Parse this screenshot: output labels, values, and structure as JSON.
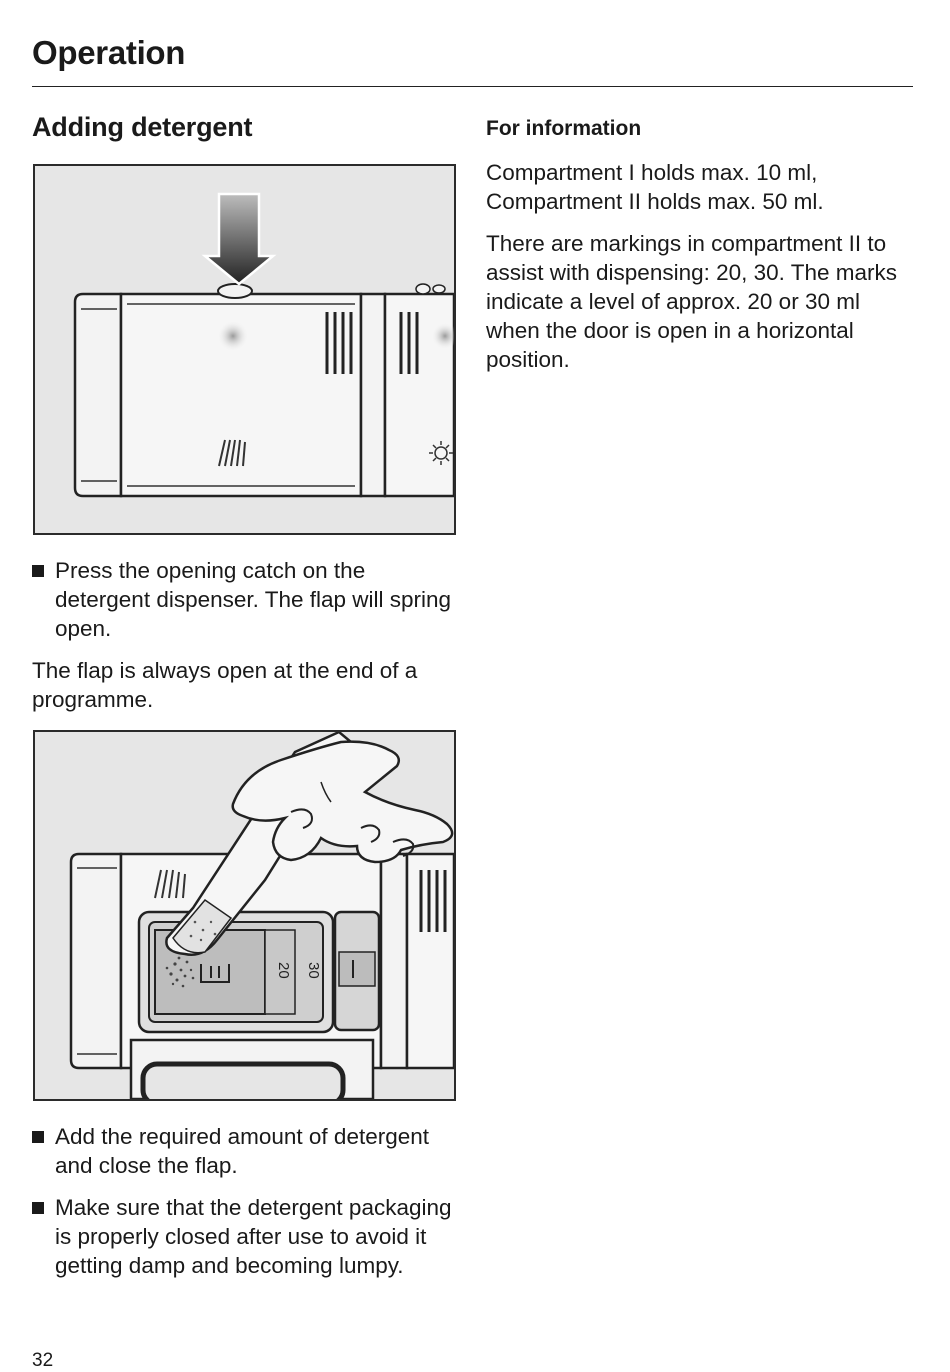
{
  "header": {
    "title": "Operation"
  },
  "section": {
    "title": "Adding detergent"
  },
  "steps": [
    "Press the opening catch on the detergent dispenser. The flap will spring open.",
    "Add the required amount of detergent and close the flap.",
    "Make sure that the detergent packaging is properly closed after use to avoid it getting damp and becoming lumpy."
  ],
  "paragraphs": [
    "The flap is always open at the end of a programme."
  ],
  "info": {
    "heading": "For information",
    "paragraphs": [
      "Compartment I holds max. 10 ml, Compartment II holds max. 50 ml.",
      "There are markings in compartment II to assist with dispensing: 20, 30. The marks indicate a level of approx. 20 or 30 ml when the door is open in a horizontal position."
    ]
  },
  "figure_labels": {
    "mark_20": "20",
    "mark_30": "30"
  },
  "page_number": "32"
}
